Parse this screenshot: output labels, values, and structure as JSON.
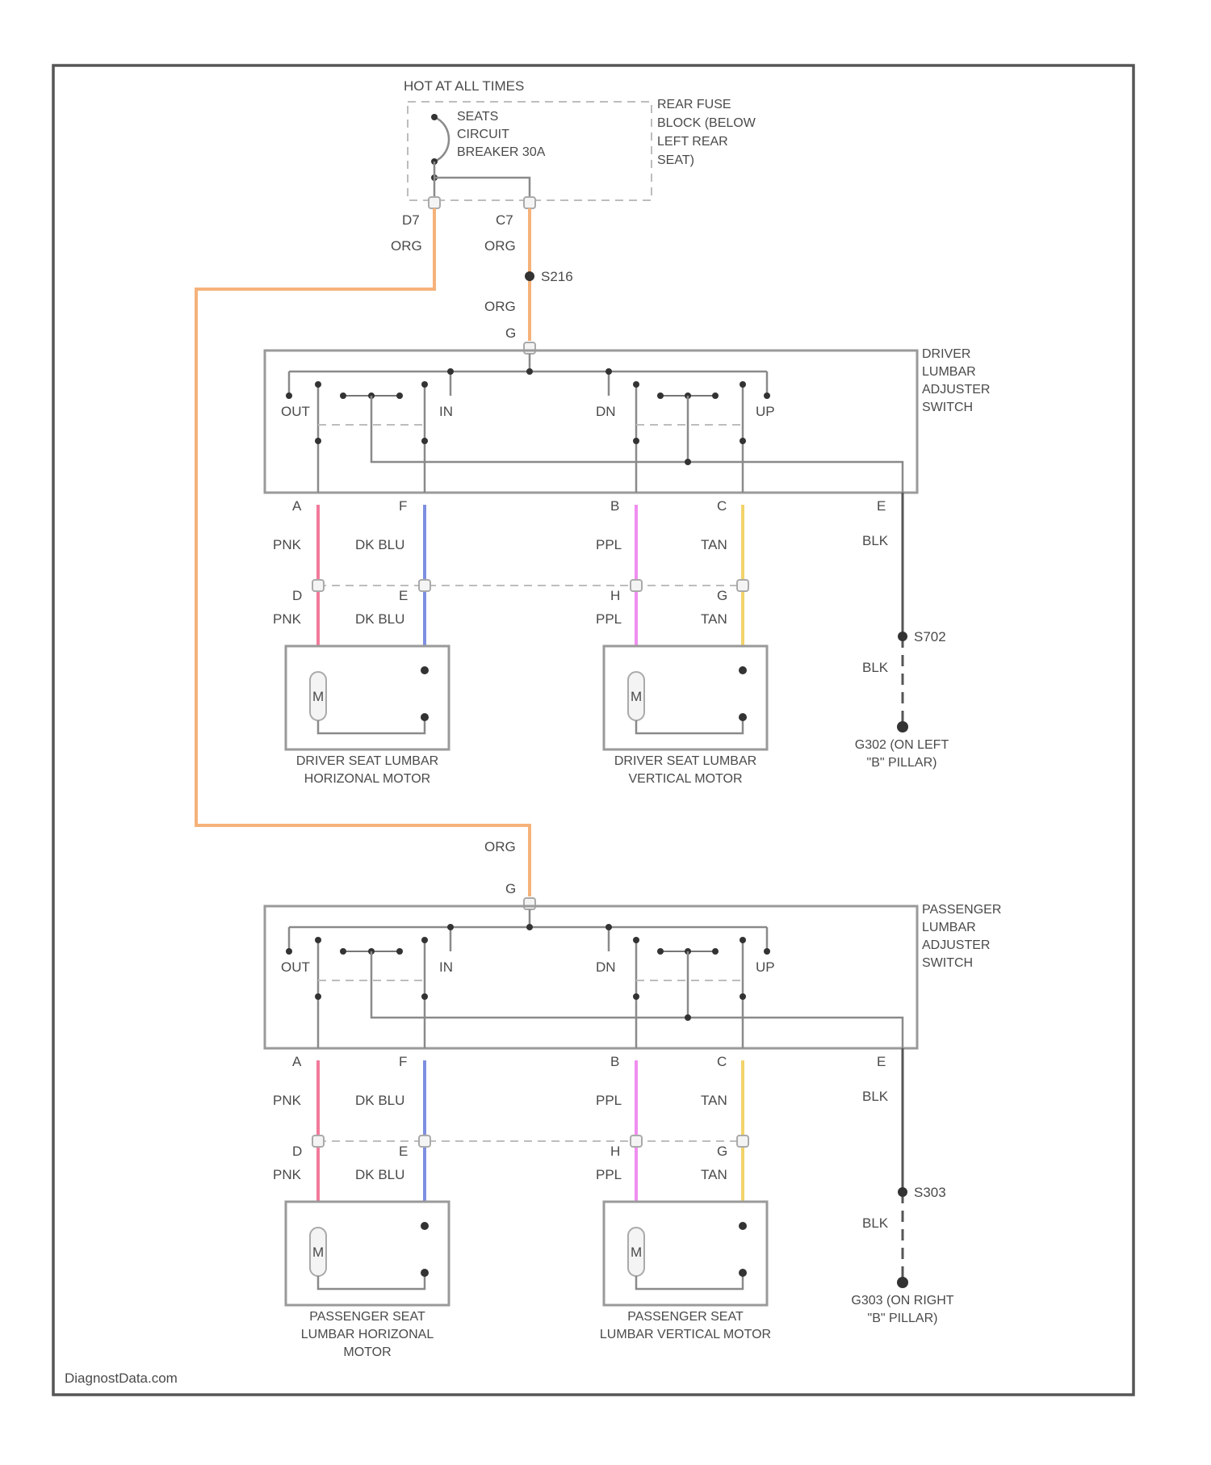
{
  "colors": {
    "org": "#f5b27a",
    "pnk": "#f27a9b",
    "dk_blu": "#7d8fe0",
    "ppl": "#f08ef0",
    "tan": "#f2d36b",
    "blk": "#555555",
    "frame": "#555555"
  },
  "header": {
    "hot_label": "HOT AT ALL TIMES",
    "breaker_label": "SEATS CIRCUIT BREAKER 30A",
    "fuse_block_label": "REAR FUSE BLOCK (BELOW LEFT REAR SEAT)",
    "pin_d7": "D7",
    "pin_c7": "C7"
  },
  "wires": {
    "org": "ORG",
    "pnk": "PNK",
    "dk_blu": "DK BLU",
    "ppl": "PPL",
    "tan": "TAN",
    "blk": "BLK"
  },
  "splice_s216": "S216",
  "driver": {
    "switch_label": "DRIVER LUMBAR ADJUSTER SWITCH",
    "pin_g": "G",
    "pins_top": [
      "A",
      "F",
      "B",
      "C",
      "E"
    ],
    "pins_bottom": [
      "D",
      "E",
      "H",
      "G"
    ],
    "pos_out": "OUT",
    "pos_in": "IN",
    "pos_dn": "DN",
    "pos_up": "UP",
    "motor_h_label": "DRIVER SEAT LUMBAR HORIZONAL MOTOR",
    "motor_v_label": "DRIVER SEAT LUMBAR VERTICAL MOTOR",
    "splice": "S702",
    "ground": "G302 (ON LEFT \"B\" PILLAR)"
  },
  "passenger": {
    "switch_label": "PASSENGER LUMBAR ADJUSTER SWITCH",
    "pin_g": "G",
    "pins_top": [
      "A",
      "F",
      "B",
      "C",
      "E"
    ],
    "pins_bottom": [
      "D",
      "E",
      "H",
      "G"
    ],
    "pos_out": "OUT",
    "pos_in": "IN",
    "pos_dn": "DN",
    "pos_up": "UP",
    "motor_h_label": "PASSENGER SEAT LUMBAR HORIZONAL MOTOR",
    "motor_v_label": "PASSENGER SEAT LUMBAR VERTICAL MOTOR",
    "splice": "S303",
    "ground": "G303 (ON RIGHT \"B\" PILLAR)"
  },
  "motor_symbol": "M",
  "watermark": "DiagnostData.com"
}
